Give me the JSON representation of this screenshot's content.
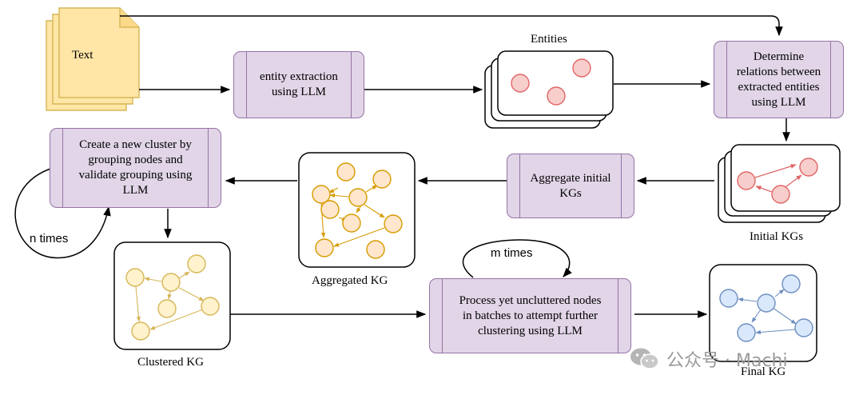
{
  "document": {
    "label": "Text"
  },
  "processes": {
    "entity_extraction": "entity extraction\nusing LLM",
    "determine_relations": "Determine\nrelations between\nextracted entities\nusing LLM",
    "aggregate": "Aggregate initial\nKGs",
    "create_cluster": "Create a new cluster by\ngrouping nodes and\nvalidate grouping using\nLLM",
    "process_batches": "Process yet uncluttered nodes\nin batches to attempt further\nclustering using LLM"
  },
  "labels": {
    "entities": "Entities",
    "initial_kgs": "Initial KGs",
    "aggregated_kg": "Aggregated KG",
    "clustered_kg": "Clustered KG",
    "final_kg": "Final KG",
    "n_times": "n times",
    "m_times": "m times"
  },
  "colors": {
    "process_fill": "#e1d5e7",
    "process_stroke": "#9673a6",
    "doc_fill": "#ffe6a7",
    "doc_stroke": "#d6b656",
    "entity_fill": "#f8cecc",
    "entity_stroke": "#e06666",
    "aggregated_fill": "#ffe6cc",
    "aggregated_stroke": "#d79b00",
    "clustered_fill": "#fff2cc",
    "clustered_stroke": "#d6b656",
    "final_fill": "#dae8fc",
    "final_stroke": "#6c8ebf"
  },
  "watermark": {
    "text": "公众号 · Machi"
  }
}
